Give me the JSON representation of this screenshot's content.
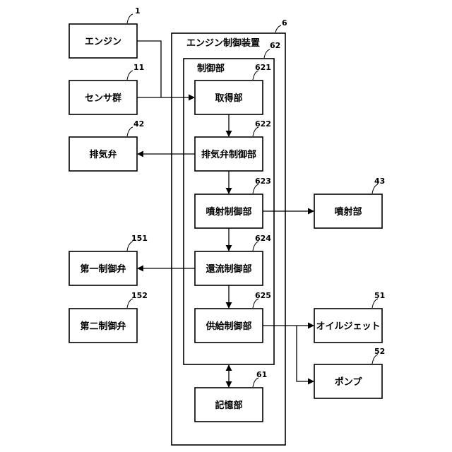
{
  "blocks": {
    "engine": {
      "label": "エンジン",
      "ref": "1"
    },
    "sensors": {
      "label": "センサ群",
      "ref": "11"
    },
    "exhaust_valve": {
      "label": "排気弁",
      "ref": "42"
    },
    "first_valve": {
      "label": "第一制御弁",
      "ref": "151"
    },
    "second_valve": {
      "label": "第二制御弁",
      "ref": "152"
    },
    "ecu": {
      "label": "エンジン制御装置",
      "ref": "6"
    },
    "controller": {
      "label": "制御部",
      "ref": "62"
    },
    "acquisition": {
      "label": "取得部",
      "ref": "621"
    },
    "exhaust_ctrl": {
      "label": "排気弁制御部",
      "ref": "622"
    },
    "injection_ctrl": {
      "label": "噴射制御部",
      "ref": "623"
    },
    "recirc_ctrl": {
      "label": "還流制御部",
      "ref": "624"
    },
    "supply_ctrl": {
      "label": "供給制御部",
      "ref": "625"
    },
    "memory": {
      "label": "記憶部",
      "ref": "61"
    },
    "injector": {
      "label": "噴射部",
      "ref": "43"
    },
    "oil_jet": {
      "label": "オイルジェット",
      "ref": "51"
    },
    "pump": {
      "label": "ポンプ",
      "ref": "52"
    }
  }
}
